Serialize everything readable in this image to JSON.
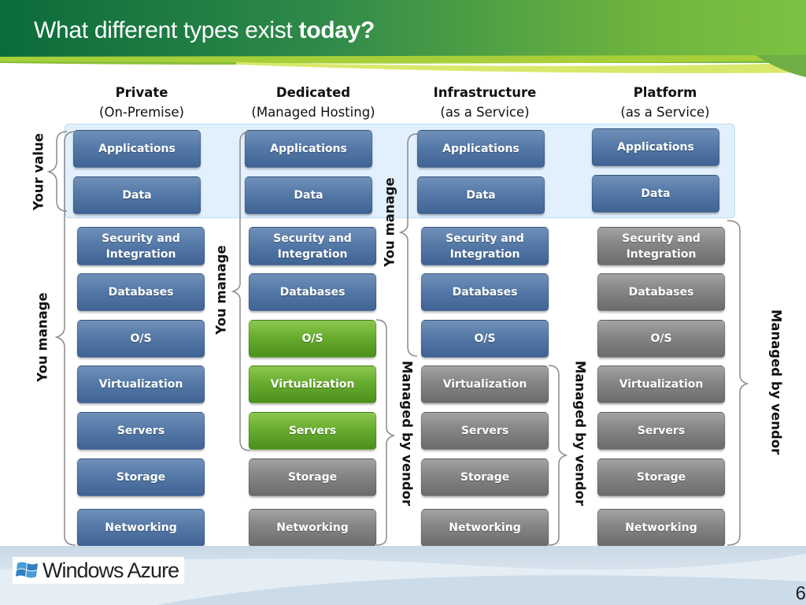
{
  "slide": {
    "title_regular": "What different types exist ",
    "title_bold": "today?",
    "page_number": "6",
    "logo_text": "Windows Azure"
  },
  "columns": [
    {
      "title": "Private",
      "subtitle": "(On-Premise)"
    },
    {
      "title": "Dedicated",
      "subtitle": "(Managed Hosting)"
    },
    {
      "title": "Infrastructure",
      "subtitle": "(as a Service)"
    },
    {
      "title": "Platform",
      "subtitle": "(as a Service)"
    }
  ],
  "layers": {
    "applications": "Applications",
    "data": "Data",
    "security": "Security and Integration",
    "databases": "Databases",
    "os": "O/S",
    "virtualization": "Virtualization",
    "servers": "Servers",
    "storage": "Storage",
    "networking": "Networking"
  },
  "labels": {
    "your_value": "Your value",
    "you_manage": "You manage",
    "managed_by_vendor": "Managed by vendor"
  },
  "colors": {
    "customer_managed": "#557aa8",
    "partially_managed": "#68ad2f",
    "vendor_managed": "#858585",
    "value_band": "#e1f0fc"
  }
}
